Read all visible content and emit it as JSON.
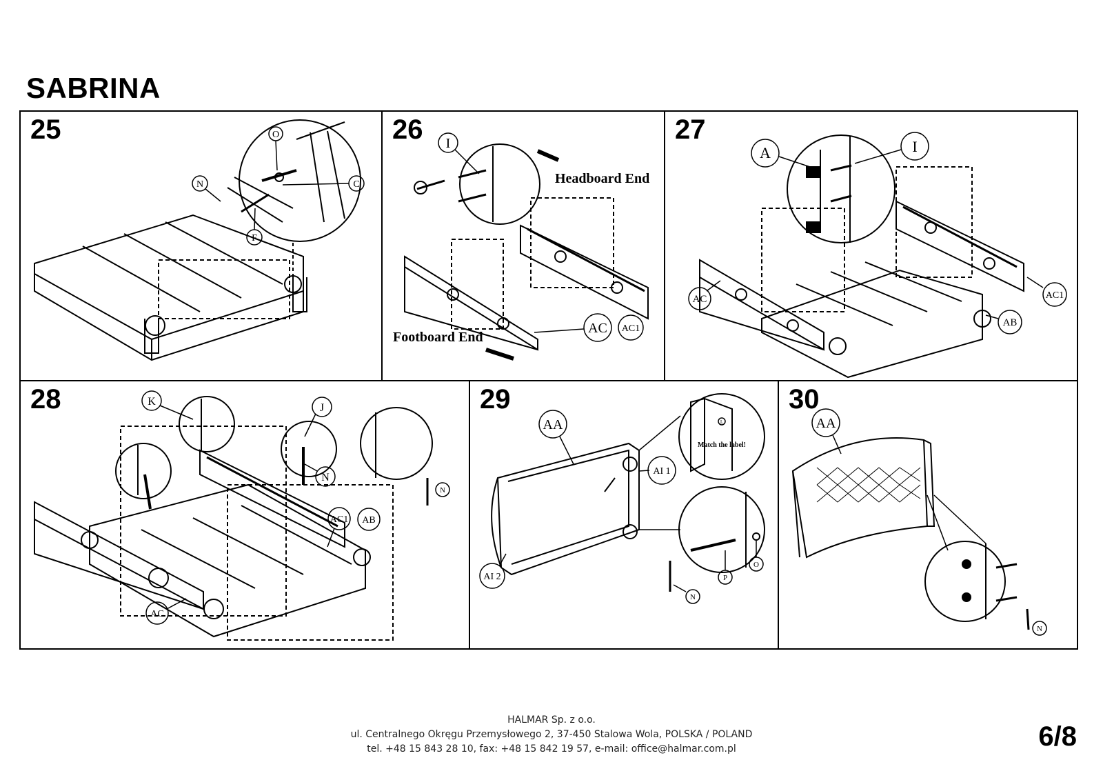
{
  "document": {
    "title": "SABRINA",
    "page_number": "6/8"
  },
  "steps": [
    {
      "number": "25",
      "callouts": [
        "O",
        "C",
        "N",
        "F"
      ]
    },
    {
      "number": "26",
      "callouts": [
        "I",
        "AC",
        "AC1"
      ],
      "notes": [
        "Headboard End",
        "Footboard End"
      ]
    },
    {
      "number": "27",
      "callouts": [
        "A",
        "I",
        "AC",
        "AC1",
        "AB"
      ]
    },
    {
      "number": "28",
      "callouts": [
        "K",
        "J",
        "N",
        "AC1",
        "AB",
        "AC",
        "N"
      ]
    },
    {
      "number": "29",
      "callouts": [
        "AA",
        "AI 1",
        "AI 2",
        "P",
        "O",
        "N",
        "L"
      ],
      "notes": [
        "Match the label!"
      ]
    },
    {
      "number": "30",
      "callouts": [
        "AA",
        "N"
      ]
    }
  ],
  "footer": {
    "company": "HALMAR Sp. z o.o.",
    "address": "ul. Centralnego Okręgu Przemysłowego 2, 37-450 Stalowa Wola, POLSKA / POLAND",
    "contact": "tel. +48 15 843 28 10, fax: +48 15 842 19 57, e-mail: office@halmar.com.pl"
  }
}
